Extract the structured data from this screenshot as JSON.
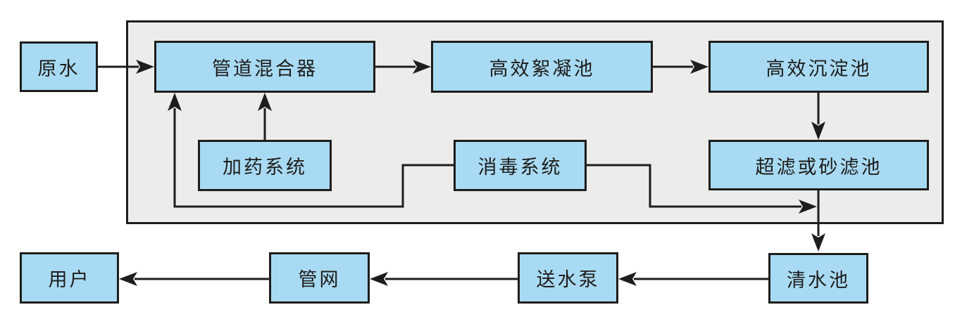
{
  "diagram": {
    "type": "flowchart",
    "language": "zh-CN",
    "subject": "water treatment process flow",
    "colors": {
      "background": "#ffffff",
      "node_fill": "#a9daf3",
      "node_border": "#1d1d1b",
      "group_fill": "#ececea",
      "line": "#1d1d1b",
      "text": "#1d1d1b"
    },
    "nodes": {
      "raw_water": {
        "label": "原水"
      },
      "pipe_mixer": {
        "label": "管道混合器"
      },
      "flocculation": {
        "label": "高效絮凝池"
      },
      "sedimentation": {
        "label": "高效沉淀池"
      },
      "dosing": {
        "label": "加药系统"
      },
      "disinfection": {
        "label": "消毒系统"
      },
      "filter": {
        "label": "超滤或砂滤池"
      },
      "clear_water": {
        "label": "清水池"
      },
      "pump": {
        "label": "送水泵"
      },
      "pipe_network": {
        "label": "管网"
      },
      "users": {
        "label": "用户"
      }
    },
    "edges": [
      {
        "from": "原水",
        "to": "管道混合器"
      },
      {
        "from": "管道混合器",
        "to": "高效絮凝池"
      },
      {
        "from": "高效絮凝池",
        "to": "高效沉淀池"
      },
      {
        "from": "高效沉淀池",
        "to": "超滤或砂滤池"
      },
      {
        "from": "加药系统",
        "to": "管道混合器"
      },
      {
        "from": "消毒系统",
        "to": "管道混合器"
      },
      {
        "from": "消毒系统",
        "to": "清水池"
      },
      {
        "from": "超滤或砂滤池",
        "to": "清水池"
      },
      {
        "from": "清水池",
        "to": "送水泵"
      },
      {
        "from": "送水泵",
        "to": "管网"
      },
      {
        "from": "管网",
        "to": "用户"
      }
    ]
  }
}
